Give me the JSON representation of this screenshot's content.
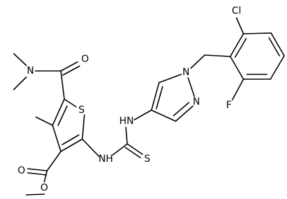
{
  "structure": {
    "atoms": {
      "n_amide": "N",
      "o_amide": "O",
      "s_thiophene": "S",
      "o_ester_carbonyl": "O",
      "o_ester_ether": "O",
      "nh_amine": "NH",
      "nh_thioamide": "HN",
      "s_thione": "S",
      "n1_pyrazole": "N",
      "n2_pyrazole": "N",
      "cl": "Cl",
      "f": "F"
    }
  }
}
